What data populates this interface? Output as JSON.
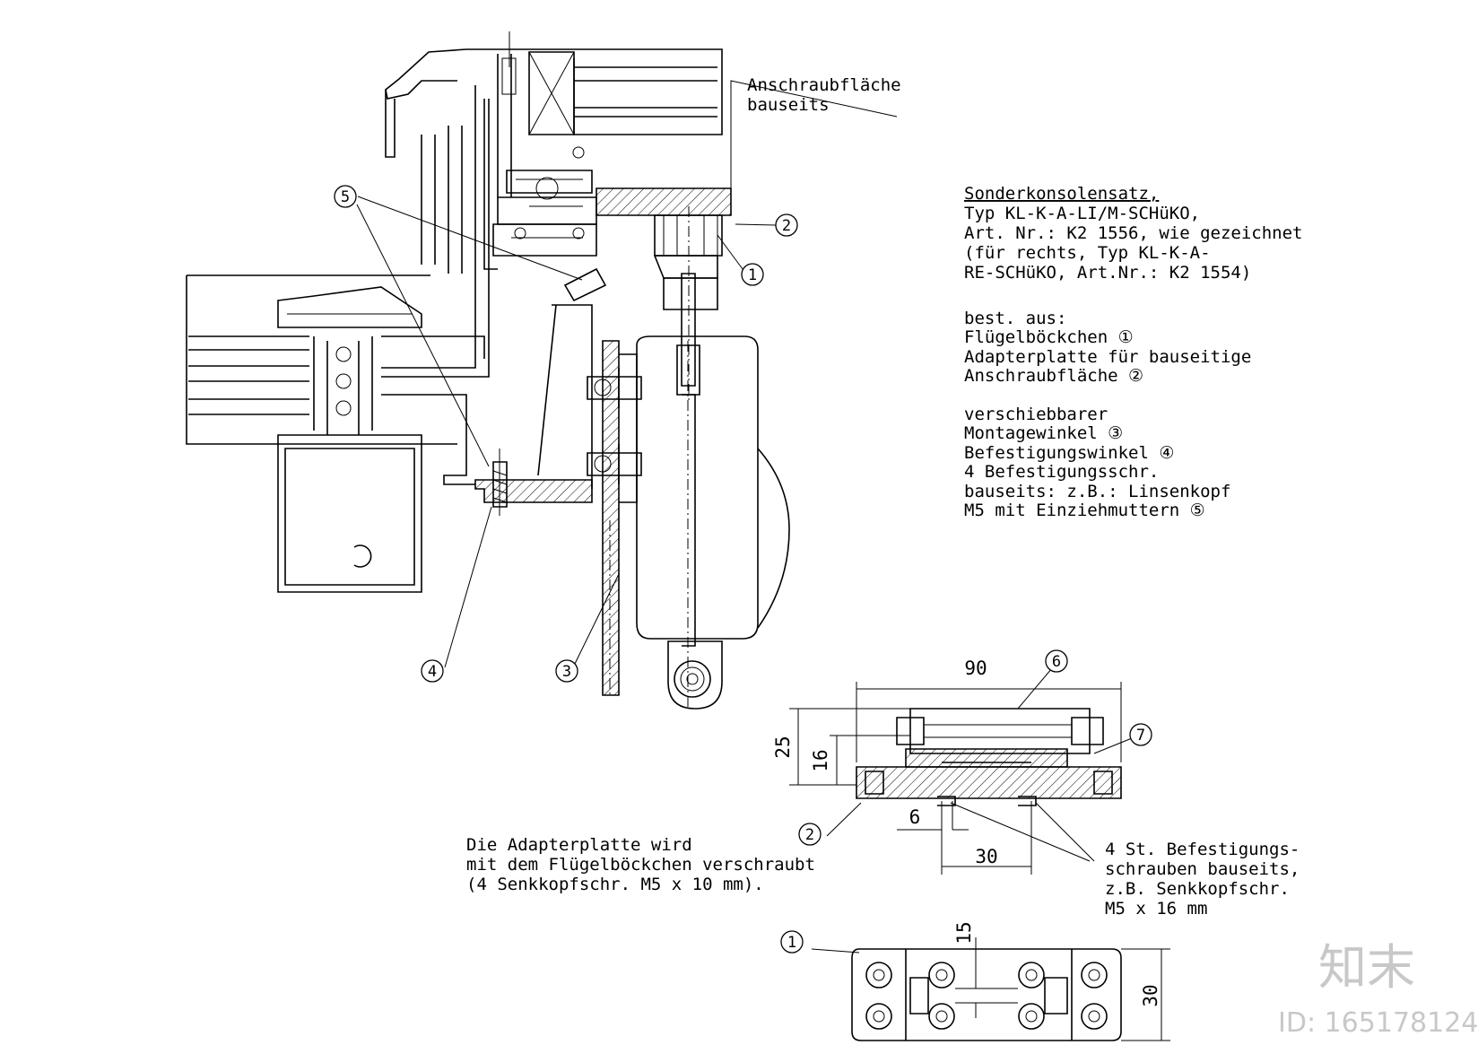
{
  "top_label": {
    "line1": "Anschraubfläche",
    "line2": "bauseits"
  },
  "spec": {
    "title": "Sonderkonsolensatz,",
    "lines": [
      "Typ KL-K-A-LI/M-SCHüKO,",
      "Art. Nr.: K2 1556, wie gezeichnet",
      "(für rechts, Typ KL-K-A-",
      "RE-SCHüKO, Art.Nr.: K2 1554)"
    ],
    "consists_label": "best. aus:",
    "parts": [
      "Flügelböckchen ①",
      "Adapterplatte für bauseitige",
      "Anschraubfläche ②"
    ],
    "parts2": [
      "verschiebbarer",
      "Montagewinkel ③",
      "Befestigungswinkel ④",
      "4 Befestigungsschr.",
      "bauseits: z.B.: Linsenkopf",
      "M5 mit Einziehmuttern ⑤"
    ]
  },
  "adapter_note": [
    "Die Adapterplatte wird",
    "mit dem Flügelböckchen verschraubt",
    "(4 Senkkopfschr. M5 x 10 mm)."
  ],
  "screw_note": [
    "4 St. Befestigungs-",
    "schrauben bauseits,",
    "z.B. Senkkopfschr.",
    "M5 x 16 mm"
  ],
  "callouts": {
    "c1": "1",
    "c2": "2",
    "c3": "3",
    "c4": "4",
    "c5": "5",
    "c6": "6",
    "c7": "7"
  },
  "dimensions": {
    "width_90": "90",
    "height_25": "25",
    "height_16": "16",
    "gap_6": "6",
    "dist_30": "30",
    "plan_15": "15",
    "plan_30": "30"
  },
  "watermark": {
    "logo": "知末",
    "id": "ID: 165178124"
  }
}
